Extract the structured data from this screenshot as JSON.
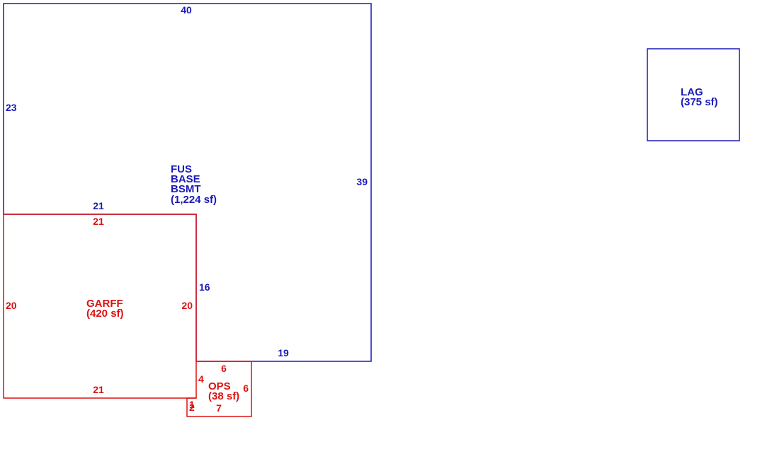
{
  "colors": {
    "main": "#1a1ab8",
    "garage": "#dd1111"
  },
  "main_area": {
    "labels": [
      "FUS",
      "BASE",
      "BSMT"
    ],
    "area": "(1,224 sf)",
    "dims": {
      "top": "40",
      "left": "23",
      "right": "39",
      "inner_top": "21",
      "inner_right": "16",
      "bottom": "19"
    }
  },
  "garage": {
    "label": "GARFF",
    "area": "(420 sf)",
    "dims": {
      "top": "21",
      "left": "20",
      "right": "20",
      "bottom": "21"
    }
  },
  "porch": {
    "label": "OPS",
    "area": "(38 sf)",
    "dims": {
      "top": "6",
      "left": "4",
      "right": "6",
      "bottom": "7",
      "small_a": "1",
      "small_b": "2"
    }
  },
  "detached": {
    "label": "LAG",
    "area": "(375 sf)"
  }
}
